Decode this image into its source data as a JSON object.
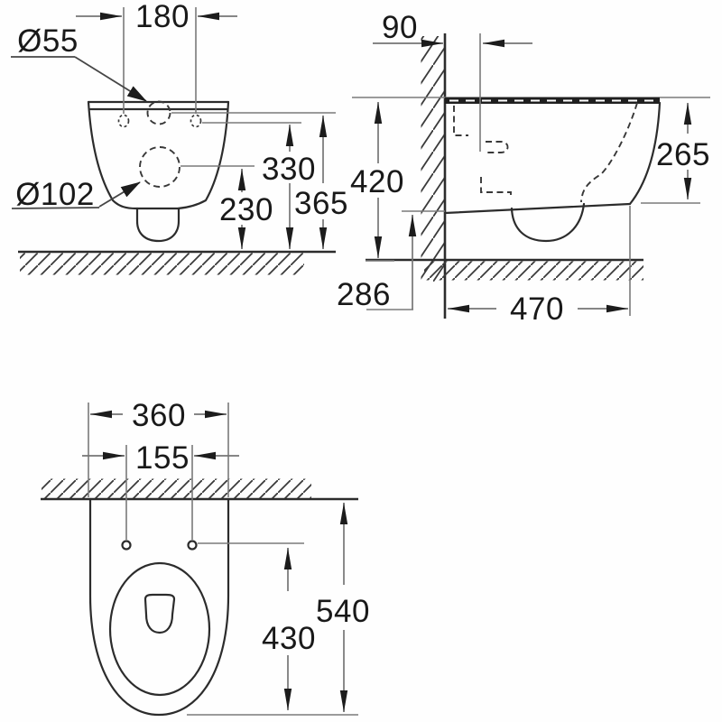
{
  "drawing": {
    "title": "wall-hung-toilet-dimension-drawing",
    "front": {
      "d180": "180",
      "d55": "Ø55",
      "d102": "Ø102",
      "d330": "330",
      "d230": "230",
      "d365": "365"
    },
    "side": {
      "d90": "90",
      "d420": "420",
      "d265": "265",
      "d286": "286",
      "d470": "470"
    },
    "plan": {
      "d360": "360",
      "d155": "155",
      "d430": "430",
      "d540": "540"
    },
    "colors": {
      "object_line": "#2c2c2c",
      "dimension_line": "#757575",
      "text": "#191919",
      "arrow": "#1c1c1c",
      "background": "#ffffff"
    }
  }
}
